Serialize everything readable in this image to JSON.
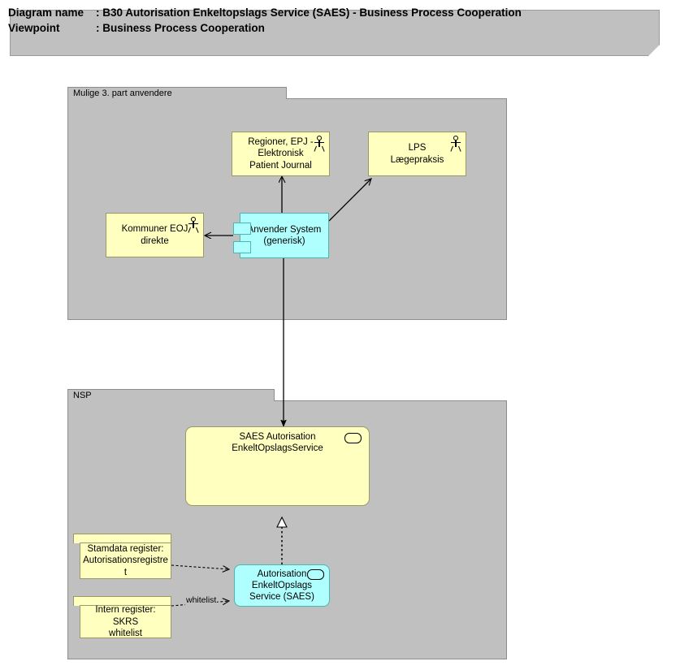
{
  "header": {
    "diagram_name_key": "Diagram name",
    "diagram_name_sep": ":",
    "diagram_name_value": "B30 Autorisation Enkeltopslags Service (SAES) - Business Process Cooperation",
    "viewpoint_key": "Viewpoint",
    "viewpoint_sep": ":",
    "viewpoint_value": "Business Process Cooperation"
  },
  "groups": [
    {
      "id": "group-third-party",
      "label": "Mulige 3. part anvendere"
    },
    {
      "id": "group-nsp",
      "label": "NSP"
    }
  ],
  "elements": [
    {
      "id": "regioner-epj",
      "label": "Regioner, EPJ -\nElektronisk\nPatient Journal",
      "type": "business-actor",
      "icon": "actor-icon",
      "fill": "#ffffc0"
    },
    {
      "id": "lps-laegepraksis",
      "label": "LPS\nLægepraksis",
      "type": "business-actor",
      "icon": "actor-icon",
      "fill": "#ffffc0"
    },
    {
      "id": "kommuner-eoj",
      "label": "Kommuner EOJ\ndirekte",
      "type": "business-actor",
      "icon": "actor-icon",
      "fill": "#ffffc0"
    },
    {
      "id": "anvender-system",
      "label": "Anvender System\n(generisk)",
      "type": "application-component",
      "icon": "component-icon",
      "fill": "#b0ffff"
    },
    {
      "id": "saes-autorisation-service",
      "label": "SAES Autorisation\nEnkeltOpslagsService",
      "type": "application-service",
      "icon": "service-oval-icon",
      "fill": "#ffffc0"
    },
    {
      "id": "autorisation-enkeltopslags-service",
      "label": "Autorisation\nEnkeltOpslags\nService (SAES)",
      "type": "application-service",
      "icon": "service-oval-icon",
      "fill": "#b0ffff"
    },
    {
      "id": "stamdata-register",
      "label": "Stamdata register:\nAutorisationsregistre\nt",
      "type": "data-object",
      "icon": "none",
      "fill": "#ffffc0"
    },
    {
      "id": "intern-register-skrs",
      "label": "Intern register: SKRS\nwhitelist",
      "type": "data-object",
      "icon": "none",
      "fill": "#ffffc0"
    }
  ],
  "connectors": [
    {
      "id": "conn-anvender-to-regioner",
      "from": "anvender-system",
      "to": "regioner-epj",
      "style": "solid",
      "arrow": "open",
      "label": ""
    },
    {
      "id": "conn-anvender-to-lps",
      "from": "anvender-system",
      "to": "lps-laegepraksis",
      "style": "solid",
      "arrow": "open",
      "label": ""
    },
    {
      "id": "conn-anvender-to-kommuner",
      "from": "anvender-system",
      "to": "kommuner-eoj",
      "style": "solid",
      "arrow": "open",
      "label": ""
    },
    {
      "id": "conn-anvender-to-saes",
      "from": "anvender-system",
      "to": "saes-autorisation-service",
      "style": "solid",
      "arrow": "filled",
      "label": ""
    },
    {
      "id": "conn-service-realizes-saes",
      "from": "autorisation-enkeltopslags-service",
      "to": "saes-autorisation-service",
      "style": "dotted",
      "arrow": "hollow-triangle",
      "label": ""
    },
    {
      "id": "conn-stamdata-to-service",
      "from": "stamdata-register",
      "to": "autorisation-enkeltopslags-service",
      "style": "dashed",
      "arrow": "open",
      "label": ""
    },
    {
      "id": "conn-skrs-to-service",
      "from": "intern-register-skrs",
      "to": "autorisation-enkeltopslags-service",
      "style": "dashed",
      "arrow": "open",
      "label": "whitelist"
    }
  ],
  "colors": {
    "group_fill": "#c0c0c0",
    "yellow_fill": "#ffffc0",
    "cyan_fill": "#b0ffff",
    "line": "#000000",
    "canvas": "#ffffff"
  }
}
